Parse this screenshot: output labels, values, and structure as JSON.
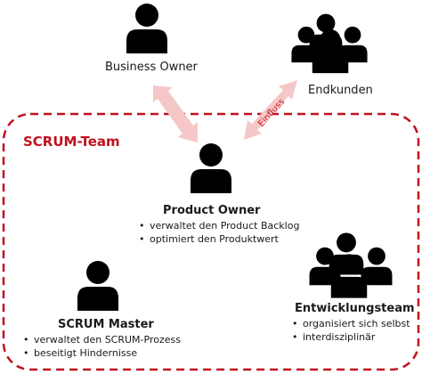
{
  "business_owner": {
    "label": "Business Owner",
    "icon": "person-icon"
  },
  "endkunden": {
    "label": "Endkunden",
    "icon": "group-icon"
  },
  "einfluss": {
    "label": "Einfluss"
  },
  "team": {
    "title": "SCRUM-Team",
    "border_color": "#c0111f"
  },
  "product_owner": {
    "label": "Product Owner",
    "icon": "person-icon",
    "bullets": [
      "verwaltet den Product Backlog",
      "optimiert den Produktwert"
    ]
  },
  "scrum_master": {
    "label": "SCRUM Master",
    "icon": "person-icon",
    "bullets": [
      "verwaltet den SCRUM-Prozess",
      "beseitigt Hindernisse"
    ]
  },
  "entwicklungsteam": {
    "label": "Entwicklungsteam",
    "icon": "group-icon",
    "bullets": [
      "organisiert sich selbst",
      "interdisziplinär"
    ]
  },
  "colors": {
    "arrow": "#f6c7c7",
    "icon": "#000000",
    "accent": "#c0111f"
  }
}
